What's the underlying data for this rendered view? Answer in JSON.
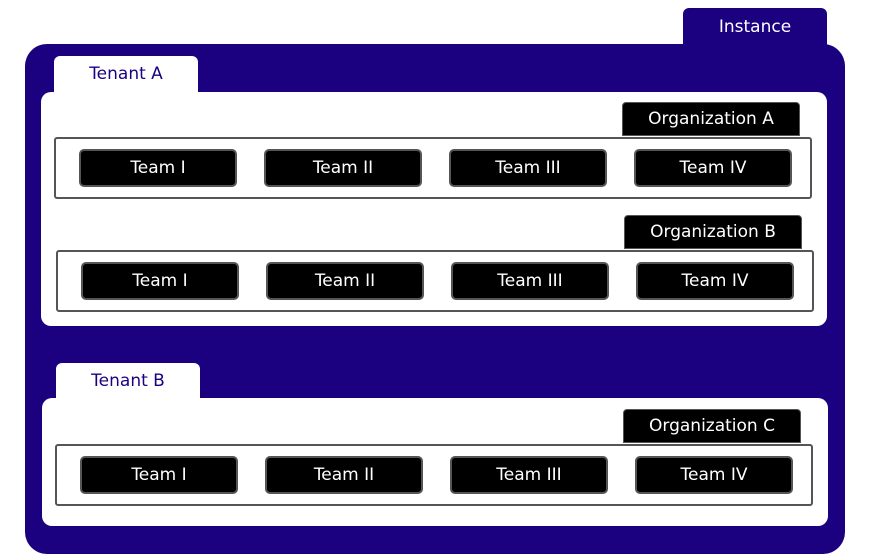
{
  "instance": {
    "label": "Instance"
  },
  "tenants": [
    {
      "label": "Tenant A",
      "organizations": [
        {
          "label": "Organization A",
          "teams": [
            "Team I",
            "Team II",
            "Team III",
            "Team IV"
          ]
        },
        {
          "label": "Organization B",
          "teams": [
            "Team I",
            "Team II",
            "Team III",
            "Team IV"
          ]
        }
      ]
    },
    {
      "label": "Tenant B",
      "organizations": [
        {
          "label": "Organization C",
          "teams": [
            "Team I",
            "Team II",
            "Team III",
            "Team IV"
          ]
        }
      ]
    }
  ],
  "colors": {
    "instance": "#1b0080",
    "team": "#000000",
    "background": "#ffffff"
  }
}
